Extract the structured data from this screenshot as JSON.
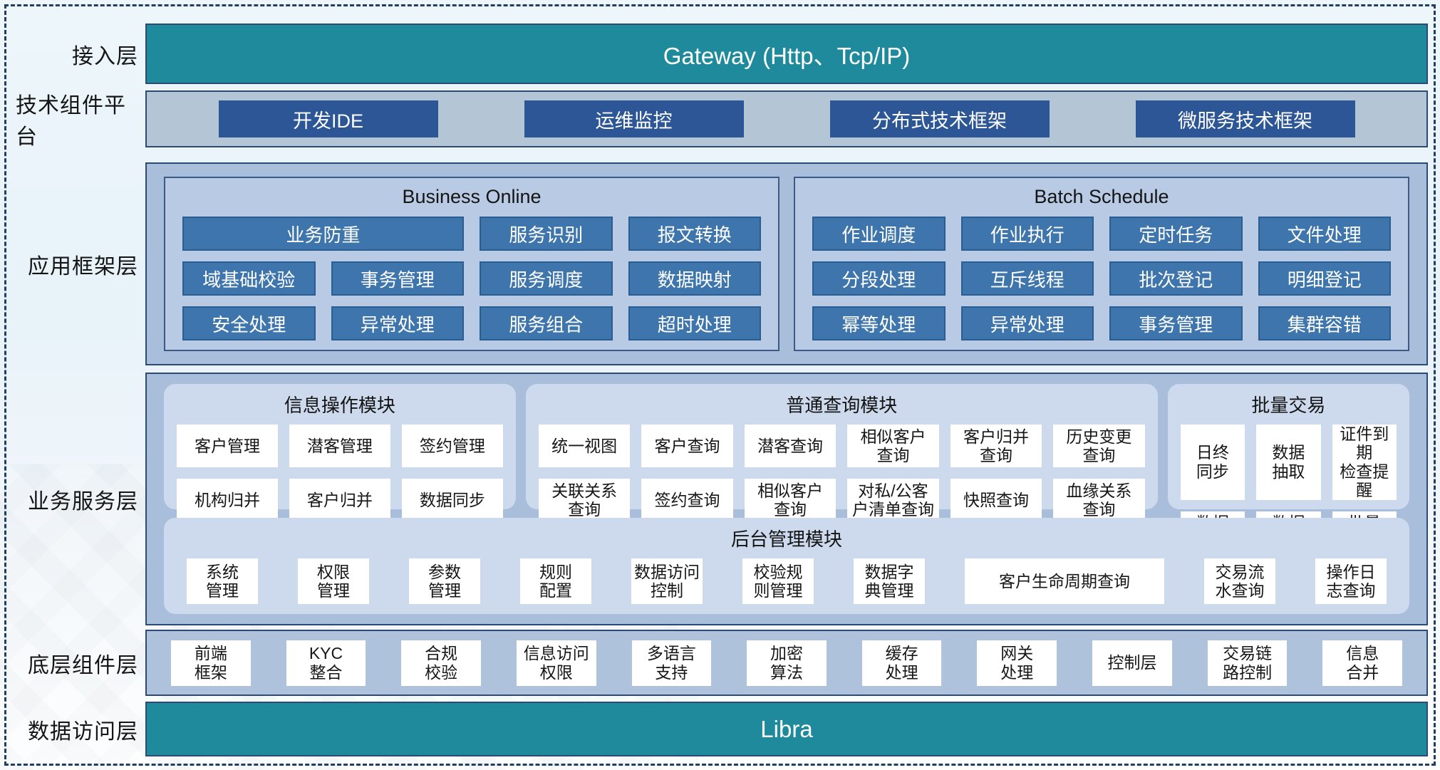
{
  "colors": {
    "teal_bar": "#1e8a9c",
    "navy_button": "#2d5697",
    "steel_button": "#3d75ac",
    "panel_border": "#2c4a74",
    "outer_panel": "#a9bedb",
    "inner_panel": "#b9cbe4",
    "module_panel": "#cdd9ec",
    "dashed_frame": "#223f63"
  },
  "access_layer": {
    "label": "接入层",
    "gateway": "Gateway (Http、Tcp/IP)"
  },
  "tech_platform": {
    "label": "技术组件平台",
    "items": [
      "开发IDE",
      "运维监控",
      "分布式技术框架",
      "微服务技术框架"
    ]
  },
  "app_framework": {
    "label": "应用框架层",
    "business_online": {
      "title": "Business Online",
      "items": [
        {
          "t": "业务防重",
          "span": 2
        },
        {
          "t": "服务识别"
        },
        {
          "t": "报文转换"
        },
        {
          "t": "域基础校验"
        },
        {
          "t": "事务管理"
        },
        {
          "t": "服务调度"
        },
        {
          "t": "数据映射"
        },
        {
          "t": "安全处理"
        },
        {
          "t": "异常处理"
        },
        {
          "t": "服务组合"
        },
        {
          "t": "超时处理"
        }
      ]
    },
    "batch_schedule": {
      "title": "Batch Schedule",
      "items": [
        {
          "t": "作业调度"
        },
        {
          "t": "作业执行"
        },
        {
          "t": "定时任务"
        },
        {
          "t": "文件处理"
        },
        {
          "t": "分段处理"
        },
        {
          "t": "互斥线程"
        },
        {
          "t": "批次登记"
        },
        {
          "t": "明细登记"
        },
        {
          "t": "幂等处理"
        },
        {
          "t": "异常处理"
        },
        {
          "t": "事务管理"
        },
        {
          "t": "集群容错"
        }
      ]
    }
  },
  "business_service": {
    "label": "业务服务层",
    "info_module": {
      "title": "信息操作模块",
      "items": [
        "客户管理",
        "潜客管理",
        "签约管理",
        "机构归并",
        "客户归并",
        "数据同步"
      ]
    },
    "query_module": {
      "title": "普通查询模块",
      "items": [
        "统一视图",
        "客户查询",
        "潜客查询",
        "相似客户\n查询",
        "客户归并\n查询",
        "历史变更\n查询",
        "关联关系\n查询",
        "签约查询",
        "相似客户\n查询",
        "对私/公客\n户清单查询",
        "快照查询",
        "血缘关系\n查询"
      ]
    },
    "batch_module": {
      "title": "批量交易",
      "items": [
        "日终\n同步",
        "数据\n抽取",
        "证件到期\n检查提醒",
        "数据\n转换",
        "数据\n装载",
        "批量\n开户"
      ]
    },
    "admin_module": {
      "title": "后台管理模块",
      "items": [
        {
          "t": "系统\n管理"
        },
        {
          "t": "权限\n管理"
        },
        {
          "t": "参数\n管理"
        },
        {
          "t": "规则\n配置"
        },
        {
          "t": "数据访问\n控制"
        },
        {
          "t": "校验规\n则管理"
        },
        {
          "t": "数据字\n典管理"
        },
        {
          "t": "客户生命周期查询",
          "flex": "2.8"
        },
        {
          "t": "交易流\n水查询"
        },
        {
          "t": "操作日\n志查询"
        }
      ]
    }
  },
  "base_components": {
    "label": "底层组件层",
    "items": [
      "前端\n框架",
      "KYC\n整合",
      "合规\n校验",
      "信息访问\n权限",
      "多语言\n支持",
      "加密\n算法",
      "缓存\n处理",
      "网关\n处理",
      "控制层",
      "交易链\n路控制",
      "信息\n合并"
    ]
  },
  "data_access": {
    "label": "数据访问层",
    "bar": "Libra"
  }
}
